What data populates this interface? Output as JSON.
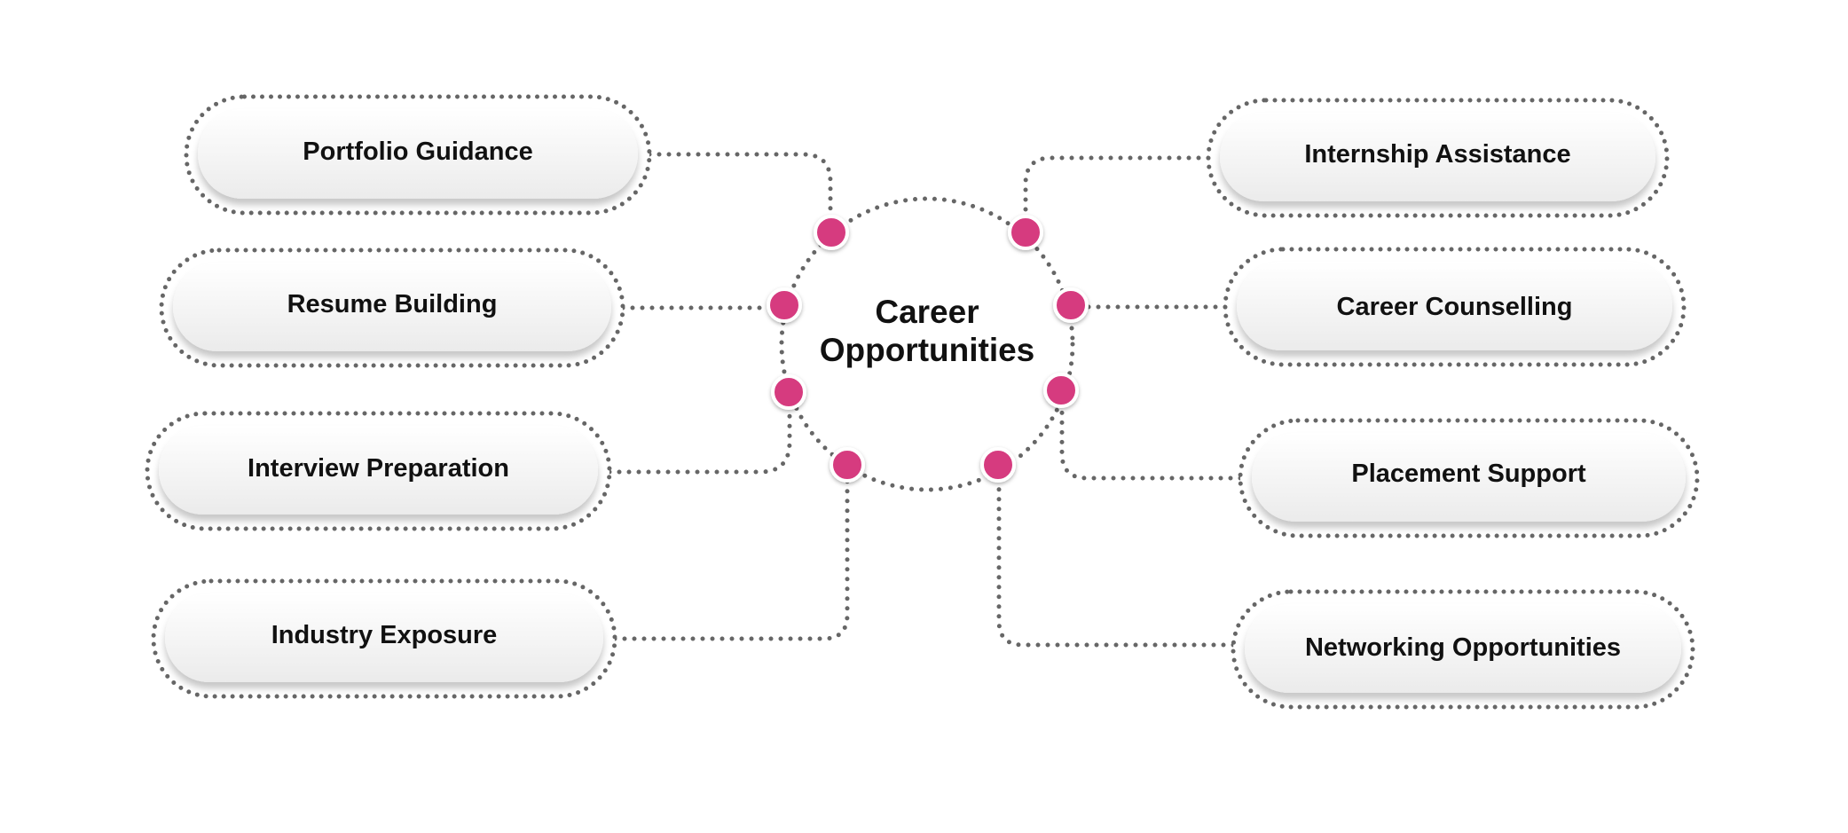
{
  "center": {
    "line1": "Career",
    "line2": "Opportunities"
  },
  "items": [
    {
      "key": "portfolio-guidance",
      "label": "Portfolio Guidance"
    },
    {
      "key": "resume-building",
      "label": "Resume Building"
    },
    {
      "key": "interview-preparation",
      "label": "Interview Preparation"
    },
    {
      "key": "industry-exposure",
      "label": "Industry Exposure"
    },
    {
      "key": "internship-assistance",
      "label": "Internship Assistance"
    },
    {
      "key": "career-counselling",
      "label": "Career Counselling"
    },
    {
      "key": "placement-support",
      "label": "Placement Support"
    },
    {
      "key": "networking-opportunities",
      "label": "Networking Opportunities"
    }
  ],
  "colors": {
    "node": "#d63a7f",
    "dots": "#666666",
    "pill_fill": "#f2f2f2",
    "text": "#111111"
  }
}
